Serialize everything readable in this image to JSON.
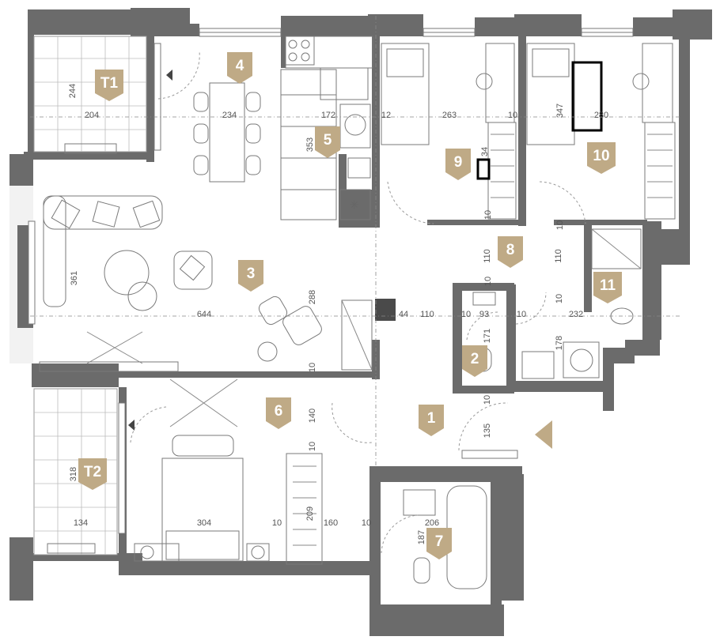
{
  "rooms": [
    {
      "id": "T1",
      "label": "T1"
    },
    {
      "id": "4",
      "label": "4"
    },
    {
      "id": "5",
      "label": "5"
    },
    {
      "id": "9",
      "label": "9"
    },
    {
      "id": "10",
      "label": "10"
    },
    {
      "id": "3",
      "label": "3"
    },
    {
      "id": "8",
      "label": "8"
    },
    {
      "id": "11",
      "label": "11"
    },
    {
      "id": "2",
      "label": "2"
    },
    {
      "id": "6",
      "label": "6"
    },
    {
      "id": "1",
      "label": "1"
    },
    {
      "id": "T2",
      "label": "T2"
    },
    {
      "id": "7",
      "label": "7"
    }
  ],
  "dimensions": [
    {
      "id": "t1-depth",
      "text": "244"
    },
    {
      "id": "t1-width",
      "text": "204"
    },
    {
      "id": "dining-width",
      "text": "234"
    },
    {
      "id": "kitchen-width",
      "text": "172"
    },
    {
      "id": "kitchen-depth",
      "text": "353"
    },
    {
      "id": "wall-12",
      "text": "12"
    },
    {
      "id": "room9-width",
      "text": "263"
    },
    {
      "id": "wall-10a",
      "text": "10"
    },
    {
      "id": "room10-depth",
      "text": "347"
    },
    {
      "id": "room10-width",
      "text": "280"
    },
    {
      "id": "closet-34",
      "text": "34"
    },
    {
      "id": "wall-10b",
      "text": "10"
    },
    {
      "id": "wall-10c",
      "text": "10"
    },
    {
      "id": "hall-110a",
      "text": "110"
    },
    {
      "id": "hall-110b",
      "text": "110"
    },
    {
      "id": "wall-10d",
      "text": "10"
    },
    {
      "id": "wall-10e",
      "text": "10"
    },
    {
      "id": "living-depth",
      "text": "361"
    },
    {
      "id": "living-width",
      "text": "644"
    },
    {
      "id": "living-288",
      "text": "288"
    },
    {
      "id": "wall-44",
      "text": "44"
    },
    {
      "id": "corr-110",
      "text": "110"
    },
    {
      "id": "wall-10f",
      "text": "10"
    },
    {
      "id": "wc-93",
      "text": "93"
    },
    {
      "id": "wall-10g",
      "text": "10"
    },
    {
      "id": "bath11-width",
      "text": "232"
    },
    {
      "id": "wc-171",
      "text": "171"
    },
    {
      "id": "bath11-178",
      "text": "178"
    },
    {
      "id": "wall-10h",
      "text": "10"
    },
    {
      "id": "wall-10i",
      "text": "10"
    },
    {
      "id": "bed6-140",
      "text": "140"
    },
    {
      "id": "entry-135",
      "text": "135"
    },
    {
      "id": "wall-10j",
      "text": "10"
    },
    {
      "id": "t2-depth",
      "text": "318"
    },
    {
      "id": "t2-width",
      "text": "134"
    },
    {
      "id": "bed6-width",
      "text": "304"
    },
    {
      "id": "wall-10k",
      "text": "10"
    },
    {
      "id": "closet-209",
      "text": "209"
    },
    {
      "id": "closet-160",
      "text": "160"
    },
    {
      "id": "wall-10l",
      "text": "10"
    },
    {
      "id": "bath7-width",
      "text": "206"
    },
    {
      "id": "bath7-187",
      "text": "187"
    }
  ],
  "colors": {
    "wall": "#6b6b6b",
    "tag": "#bfaa86",
    "tag_text": "#ffffff",
    "highlight": "#000000"
  }
}
